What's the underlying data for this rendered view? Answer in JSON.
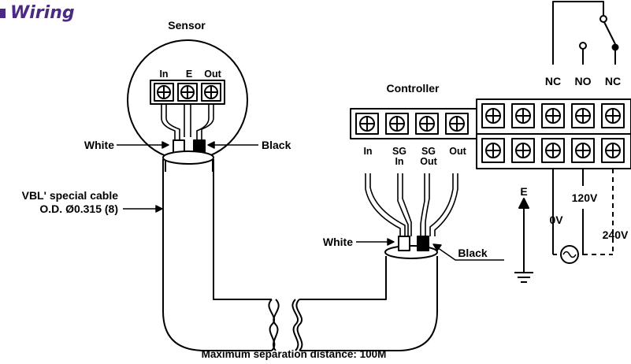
{
  "heading": "Wiring",
  "sensor": {
    "title": "Sensor",
    "terminals": [
      "In",
      "E",
      "Out"
    ],
    "wire_left": "White",
    "wire_right": "Black"
  },
  "cable": {
    "line1": "VBL' special cable",
    "line2": "O.D. Ø0.315 (8)"
  },
  "controller": {
    "title": "Controller",
    "terminals": [
      {
        "line1": "In",
        "line2": ""
      },
      {
        "line1": "SG",
        "line2": "In"
      },
      {
        "line1": "SG",
        "line2": "Out"
      },
      {
        "line1": "Out",
        "line2": ""
      }
    ],
    "wire_left": "White",
    "wire_right": "Black"
  },
  "relay": {
    "contacts": [
      "NC",
      "NO",
      "NC"
    ]
  },
  "power": {
    "ground_label": "E",
    "v0": "0V",
    "v120": "120V",
    "v240": "240V"
  },
  "footer": "Maximum separation distance: 100M"
}
